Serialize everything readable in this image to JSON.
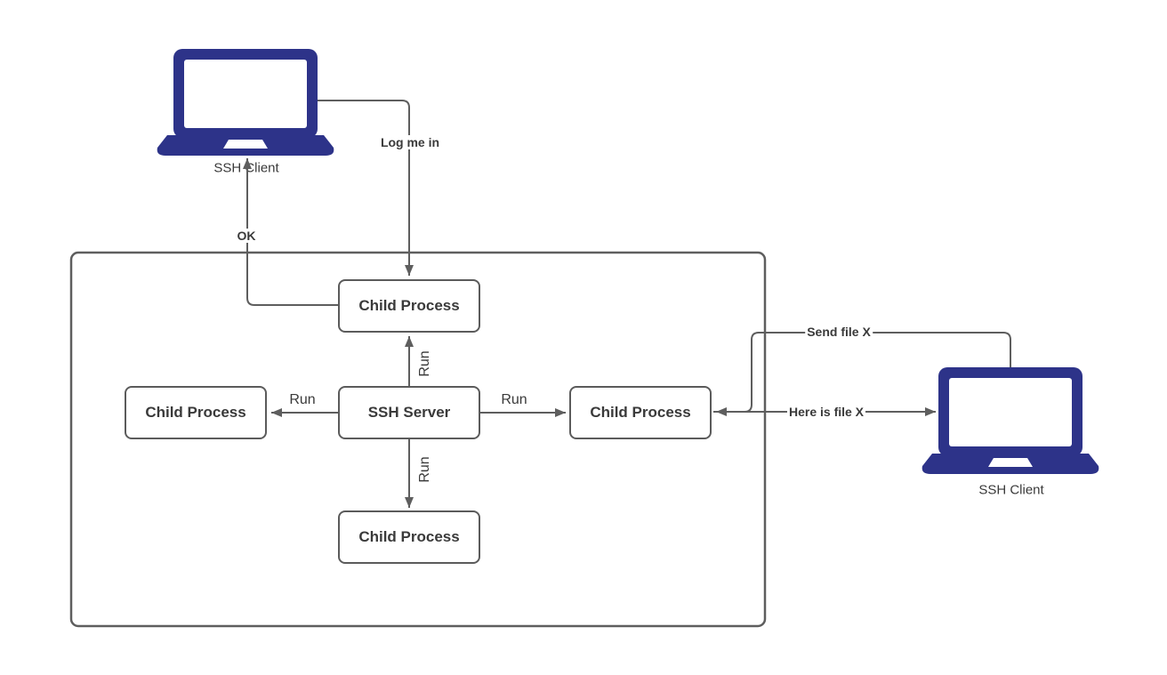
{
  "diagram": {
    "title_hint": "SSH client-server process diagram",
    "nodes": {
      "client_left": {
        "label": "SSH Client"
      },
      "client_right": {
        "label": "SSH Client"
      },
      "server": {
        "label": "SSH Server"
      },
      "child_top": {
        "label": "Child Process"
      },
      "child_left": {
        "label": "Child Process"
      },
      "child_right": {
        "label": "Child Process"
      },
      "child_bottom": {
        "label": "Child Process"
      }
    },
    "edges": {
      "log_me_in": {
        "label": "Log me in",
        "from": "client_left",
        "to": "child_top"
      },
      "ok": {
        "label": "OK",
        "from": "child_top",
        "to": "client_left"
      },
      "run_top": {
        "label": "Run",
        "from": "server",
        "to": "child_top"
      },
      "run_left": {
        "label": "Run",
        "from": "server",
        "to": "child_left"
      },
      "run_right": {
        "label": "Run",
        "from": "server",
        "to": "child_right"
      },
      "run_bottom": {
        "label": "Run",
        "from": "server",
        "to": "child_bottom"
      },
      "send_file": {
        "label": "Send file X",
        "from": "client_right",
        "to": "child_right"
      },
      "here_is_file": {
        "label": "Here is file X",
        "from": "child_right",
        "to": "client_right"
      }
    },
    "colors": {
      "laptop": "#2d3389",
      "line": "#5e5e5e",
      "box_border": "#5b5b5b",
      "text": "#3a3a3a"
    }
  }
}
